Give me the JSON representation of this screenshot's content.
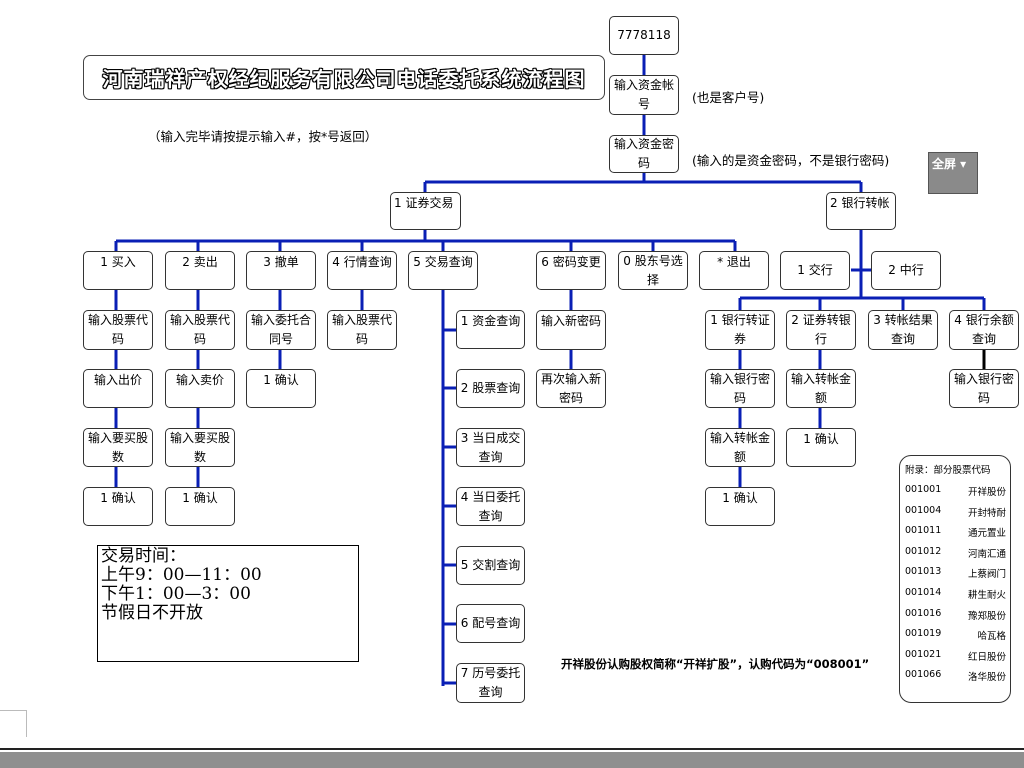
{
  "title": "河南瑞祥产权经纪服务有限公司电话委托系统流程图",
  "phone": "7778118",
  "hint": "（输入完毕请按提示输入#，按*号返回）",
  "account_note": "(也是客户号)",
  "password_note": "(输入的是资金密码，不是银行密码)",
  "fullscreen_label": "全屏 ▾",
  "nodes": {
    "phone": "7778118",
    "acct": "输入资金帐号",
    "pwd": "输入资金密码",
    "sec": "1 证券交易",
    "bank": "2 银行转帐",
    "buy": "1 买入",
    "sell": "2 卖出",
    "cancel": "3 撤单",
    "quote": "4 行情查询",
    "query": "5 交易查询",
    "chpwd": "6 密码变更",
    "holder": "0 股东号选择",
    "exit": "* 退出",
    "boc": "1 交行",
    "icbc": "2 中行",
    "b_code": "输入股票代码",
    "b_price": "输入出价",
    "b_qty": "输入要买股数",
    "b_ok": "1 确认",
    "s_code": "输入股票代码",
    "s_price": "输入卖价",
    "s_qty": "输入要买股数",
    "s_ok": "1 确认",
    "c_contract": "输入委托合同号",
    "c_ok": "1 确认",
    "q_code": "输入股票代码",
    "t1": "1 资金查询",
    "t2": "2 股票查询",
    "t3": "3 当日成交查询",
    "t4": "4 当日委托查询",
    "t5": "5 交割查询",
    "t6": "6 配号查询",
    "t7": "7 历号委托查询",
    "p_new": "输入新密码",
    "p_again": "再次输入新密码",
    "bt1": "1 银行转证券",
    "bt2": "2 证券转银行",
    "bt3": "3 转帐结果查询",
    "bt4": "4 银行余额查询",
    "bt1_pwd": "输入银行密码",
    "bt1_amt": "输入转帐金额",
    "bt1_ok": "1 确认",
    "bt2_amt": "输入转帐金额",
    "bt2_ok": "1 确认",
    "bt4_pwd": "输入银行密码"
  },
  "trading_time": {
    "heading": "交易时间：",
    "morning": "上午9：00—11：00",
    "afternoon": "下午1：00—3：00",
    "holiday": "节假日不开放"
  },
  "appendix": {
    "heading": "附录：部分股票代码",
    "stocks": [
      {
        "code": "001001",
        "name": "开祥股份"
      },
      {
        "code": "001004",
        "name": "开封特耐"
      },
      {
        "code": "001011",
        "name": "通元置业"
      },
      {
        "code": "001012",
        "name": "河南汇通"
      },
      {
        "code": "001013",
        "name": "上蔡阀门"
      },
      {
        "code": "001014",
        "name": "耕生耐火"
      },
      {
        "code": "001016",
        "name": "豫郑股份"
      },
      {
        "code": "001019",
        "name": "哈瓦格"
      },
      {
        "code": "001021",
        "name": "红日股份"
      },
      {
        "code": "001066",
        "name": "洛华股份"
      }
    ]
  },
  "bottom_note": "开祥股份认购股权简称“开祥扩股”，认购代码为“008001”",
  "colors": {
    "connector": "#0a1fb5",
    "toolbar": "#8a8a8a"
  }
}
